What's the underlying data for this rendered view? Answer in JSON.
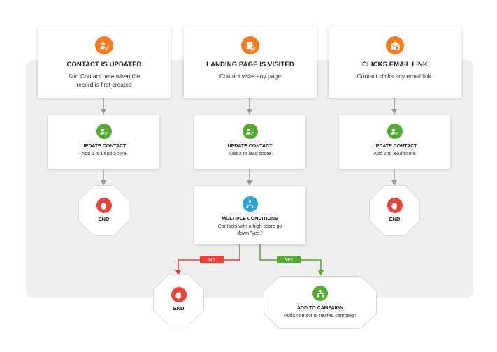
{
  "triggers": [
    {
      "title": "CONTACT IS UPDATED",
      "desc_line1": "Add Contact here when the",
      "desc_line2": "record is first created",
      "icon": "contact-edit-icon",
      "color": "#f47b20"
    },
    {
      "title": "LANDING PAGE IS VISITED",
      "desc_line1": "Contact visits any page",
      "desc_line2": "",
      "icon": "page-visit-icon",
      "color": "#f47b20"
    },
    {
      "title": "CLICKS EMAIL LINK",
      "desc_line1": "Contact clicks any email link.",
      "desc_line2": "",
      "icon": "email-click-icon",
      "color": "#f47b20"
    }
  ],
  "actions": [
    {
      "title": "UPDATE CONTACT",
      "desc": "Add 1 to Lead Score",
      "icon": "contact-edit-icon",
      "color": "#55aa35"
    },
    {
      "title": "UPDATE CONTACT",
      "desc": "Add 3 to lead score",
      "icon": "contact-edit-icon",
      "color": "#55aa35"
    },
    {
      "title": "UPDATE CONTACT",
      "desc": "Add 2 to lead score",
      "icon": "contact-edit-icon",
      "color": "#55aa35"
    }
  ],
  "condition": {
    "title": "MULTIPLE CONDITIONS",
    "desc_line1": "Contacts with a high score go",
    "desc_line2": "down \"yes.\"",
    "icon": "branch-icon",
    "color": "#2ba2d8"
  },
  "branches": {
    "no_label": "No",
    "yes_label": "Yes",
    "no_color": "#e8433a",
    "yes_color": "#55aa35"
  },
  "end_label": "END",
  "campaign": {
    "title": "ADD TO CAMPAIGN",
    "desc": "Adds contact to nested campaign",
    "icon": "campaign-icon",
    "color": "#55aa35"
  }
}
